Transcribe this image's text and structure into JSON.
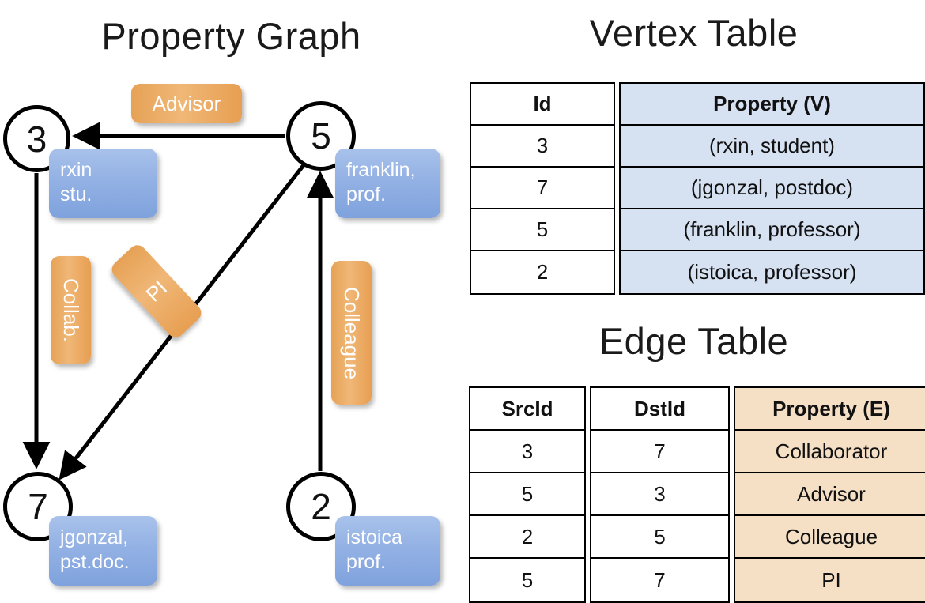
{
  "titles": {
    "property_graph": "Property Graph",
    "vertex_table": "Vertex Table",
    "edge_table": "Edge Table"
  },
  "colors": {
    "vertex_property_fill": "#d6e1f2",
    "edge_property_fill": "#f5dfc5",
    "node_property_box": "#8fb0e4",
    "edge_label_box": "#eeab5e",
    "stroke": "#000000"
  },
  "graph": {
    "nodes": [
      {
        "id": "3",
        "property": "rxin\nstu.",
        "property_line1": "rxin",
        "property_line2": "stu."
      },
      {
        "id": "5",
        "property": "franklin,\nprof.",
        "property_line1": "franklin,",
        "property_line2": "prof."
      },
      {
        "id": "7",
        "property": "jgonzal,\npst.doc.",
        "property_line1": "jgonzal,",
        "property_line2": "pst.doc."
      },
      {
        "id": "2",
        "property": "istoica\nprof.",
        "property_line1": "istoica",
        "property_line2": "prof."
      }
    ],
    "edge_labels": [
      {
        "name": "advisor",
        "text": "Advisor",
        "orientation": "horizontal"
      },
      {
        "name": "collab",
        "text": "Collab.",
        "orientation": "vertical"
      },
      {
        "name": "pi",
        "text": "PI",
        "orientation": "diagonal"
      },
      {
        "name": "colleague",
        "text": "Colleague",
        "orientation": "vertical"
      }
    ],
    "edges": [
      {
        "from": "5",
        "to": "3",
        "label": "Advisor"
      },
      {
        "from": "3",
        "to": "7",
        "label": "Collab."
      },
      {
        "from": "5",
        "to": "7",
        "label": "PI"
      },
      {
        "from": "2",
        "to": "5",
        "label": "Colleague"
      }
    ]
  },
  "vertex_table": {
    "headers": [
      "Id",
      "Property (V)"
    ],
    "rows": [
      {
        "id": "3",
        "property": "(rxin, student)"
      },
      {
        "id": "7",
        "property": "(jgonzal, postdoc)"
      },
      {
        "id": "5",
        "property": "(franklin, professor)"
      },
      {
        "id": "2",
        "property": "(istoica, professor)"
      }
    ]
  },
  "edge_table": {
    "headers": [
      "SrcId",
      "DstId",
      "Property (E)"
    ],
    "rows": [
      {
        "src": "3",
        "dst": "7",
        "property": "Collaborator"
      },
      {
        "src": "5",
        "dst": "3",
        "property": "Advisor"
      },
      {
        "src": "2",
        "dst": "5",
        "property": "Colleague"
      },
      {
        "src": "5",
        "dst": "7",
        "property": "PI"
      }
    ]
  }
}
